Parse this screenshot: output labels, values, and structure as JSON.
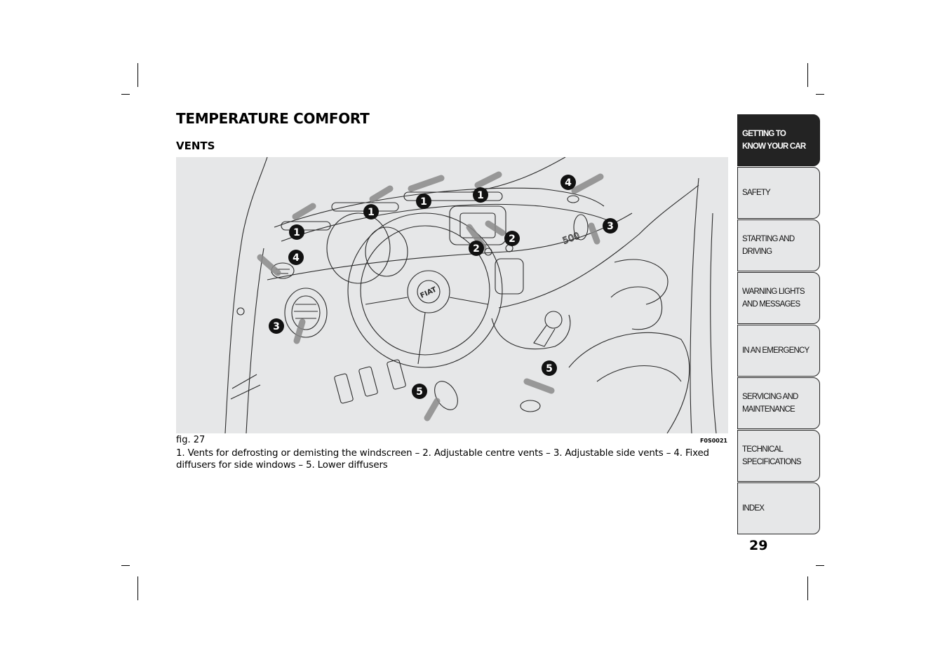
{
  "page": {
    "title": "TEMPERATURE COMFORT",
    "section_heading": "VENTS",
    "page_number": "29"
  },
  "figure": {
    "label": "fig. 27",
    "code": "F0S0021",
    "callout_numbers": [
      "1",
      "2",
      "3",
      "4",
      "5"
    ],
    "caption": "1. Vents for defrosting or demisting the windscreen – 2. Adjustable centre vents – 3. Adjustable side vents – 4. Fixed diffusers for side windows – 5. Lower diffusers",
    "badge_text": "500",
    "logo_text": "FIAT"
  },
  "sidebar": {
    "tabs": [
      {
        "label": "GETTING TO\nKNOW YOUR CAR",
        "active": true
      },
      {
        "label": "SAFETY",
        "active": false
      },
      {
        "label": "STARTING AND\nDRIVING",
        "active": false
      },
      {
        "label": "WARNING LIGHTS\nAND MESSAGES",
        "active": false
      },
      {
        "label": "IN AN EMERGENCY",
        "active": false
      },
      {
        "label": "SERVICING AND\nMAINTENANCE",
        "active": false
      },
      {
        "label": "TECHNICAL\nSPECIFICATIONS",
        "active": false
      },
      {
        "label": "INDEX",
        "active": false
      }
    ]
  },
  "colors": {
    "figure_background": "#e6e7e8",
    "active_tab": "#232323",
    "tab_background": "#e6e7e8"
  }
}
